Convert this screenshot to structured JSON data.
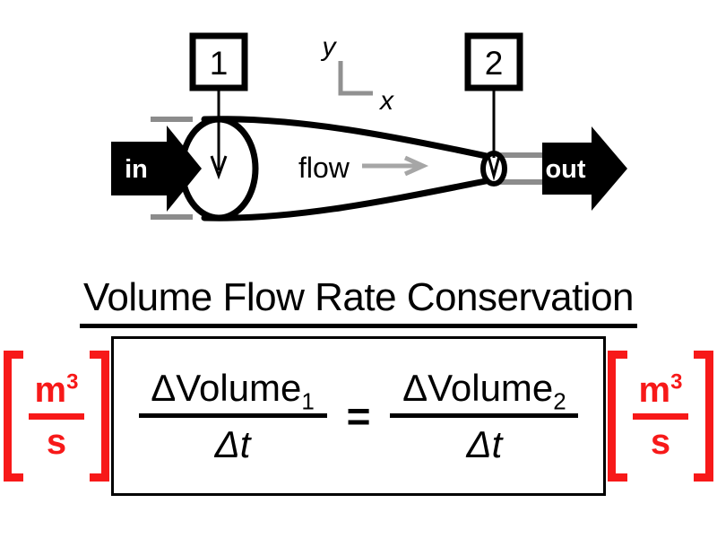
{
  "figure": {
    "type": "physics-diagram",
    "subject": "Volume flow rate conservation through a converging nozzle"
  },
  "diagram": {
    "inlet_arrow_label": "in",
    "outlet_arrow_label": "out",
    "flow_label": "flow",
    "station_1_label": "1",
    "station_2_label": "2",
    "axis_y_label": "y",
    "axis_x_label": "x",
    "colors": {
      "outline": "#000000",
      "guide_gray": "#8c8c8c",
      "arrow_fill": "#000000",
      "arrow_text": "#ffffff"
    }
  },
  "title": {
    "text": "Volume Flow Rate Conservation",
    "underlined": true
  },
  "equation": {
    "left": {
      "numerator": "ΔVolume",
      "numerator_subscript": "1",
      "denominator": "Δt"
    },
    "operator": "=",
    "right": {
      "numerator": "ΔVolume",
      "numerator_subscript": "2",
      "denominator": "Δt"
    }
  },
  "units": {
    "left": {
      "open_bracket": "[",
      "numerator": "m",
      "numerator_exponent": "3",
      "denominator": "s",
      "close_bracket": "]",
      "color": "#f71919"
    },
    "right": {
      "open_bracket": "[",
      "numerator": "m",
      "numerator_exponent": "3",
      "denominator": "s",
      "close_bracket": "]",
      "color": "#f71919"
    }
  }
}
